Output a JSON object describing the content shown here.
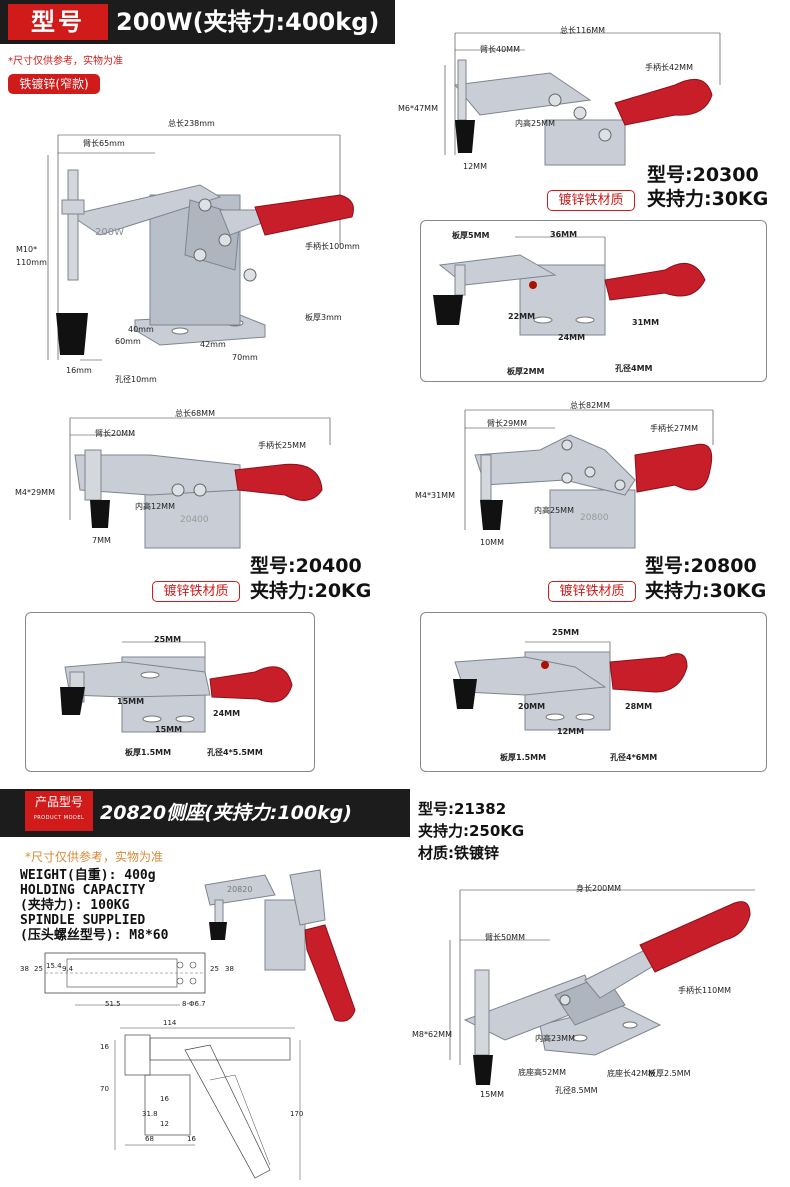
{
  "header": {
    "model_label": "型号",
    "model_title": "200W(夹持力:400kg)",
    "note": "*尺寸仅供参考，实物为准",
    "material_tag": "铁镀锌(窄款)"
  },
  "product_200w": {
    "total_length": "总长238mm",
    "arm_length": "臂长65mm",
    "thread": "M10*",
    "thread_len": "110mm",
    "handle": "手柄长100mm",
    "plate": "板厚3mm",
    "dim_40": "40mm",
    "dim_60": "60mm",
    "dim_42": "42mm",
    "dim_70": "70mm",
    "hole": "孔径10mm",
    "tip": "16mm",
    "stamp": "200W"
  },
  "product_20300": {
    "total": "总长116MM",
    "arm": "臂长40MM",
    "handle": "手柄长42MM",
    "thread": "M6*47MM",
    "inner": "内高25MM",
    "tip": "12MM",
    "model": "型号:20300",
    "force": "夹持力:30KG",
    "material": "镀锌铁材质"
  },
  "detail_20300": {
    "plate_top": "板厚5MM",
    "w36": "36MM",
    "h22": "22MM",
    "w24": "24MM",
    "h31": "31MM",
    "plate": "板厚2MM",
    "hole": "孔径4MM"
  },
  "product_20400": {
    "total": "总长68MM",
    "arm": "臂长20MM",
    "handle": "手柄长25MM",
    "thread": "M4*29MM",
    "inner": "内高12MM",
    "tip": "7MM",
    "model": "型号:20400",
    "force": "夹持力:20KG",
    "material": "镀锌铁材质",
    "stamp": "20400"
  },
  "product_20800": {
    "total": "总长82MM",
    "arm": "臂长29MM",
    "handle": "手柄长27MM",
    "thread": "M4*31MM",
    "inner": "内高25MM",
    "tip": "10MM",
    "model": "型号:20800",
    "force": "夹持力:30KG",
    "material": "镀锌铁材质",
    "stamp": "20800"
  },
  "detail_20400": {
    "w25": "25MM",
    "h15": "15MM",
    "w15": "15MM",
    "h24": "24MM",
    "plate": "板厚1.5MM",
    "hole": "孔径4*5.5MM"
  },
  "detail_20800": {
    "w25": "25MM",
    "h20": "20MM",
    "w12": "12MM",
    "h28": "28MM",
    "plate": "板厚1.5MM",
    "hole": "孔径4*6MM"
  },
  "banner2": {
    "label_top": "产品型号",
    "label_bottom": "PRODUCT MODEL",
    "title": "20820侧座(夹持力:100kg)"
  },
  "product_21382": {
    "model": "型号:21382",
    "force": "夹持力:250KG",
    "material": "材质:铁镀锌",
    "body_len": "身长200MM",
    "arm": "臂长50MM",
    "handle": "手柄长110MM",
    "thread": "M8*62MM",
    "inner": "内高23MM",
    "base_h": "底座高52MM",
    "base_len": "底座长42MM",
    "plate": "板厚2.5MM",
    "hole": "孔径8.5MM",
    "tip": "15MM"
  },
  "product_20820": {
    "note": "*尺寸仅供参考，实物为准",
    "specs": [
      "WEIGHT(自重): 400g",
      "HOLDING CAPACITY",
      "(夹持力): 100KG",
      "SPINDLE SUPPLIED",
      "(压头螺丝型号): M8*60"
    ],
    "stamp": "20820",
    "dims": [
      "38",
      "25",
      "15.4",
      "9.4",
      "25",
      "38",
      "51.5",
      "8-Φ6.7",
      "114",
      "16",
      "70",
      "31.8",
      "16",
      "12",
      "68",
      "16",
      "170"
    ]
  },
  "colors": {
    "accent_red": "#d11a1a",
    "handle_red": "#c81e2a",
    "dark": "#1c1c1c",
    "steel": "#c9ced6"
  }
}
